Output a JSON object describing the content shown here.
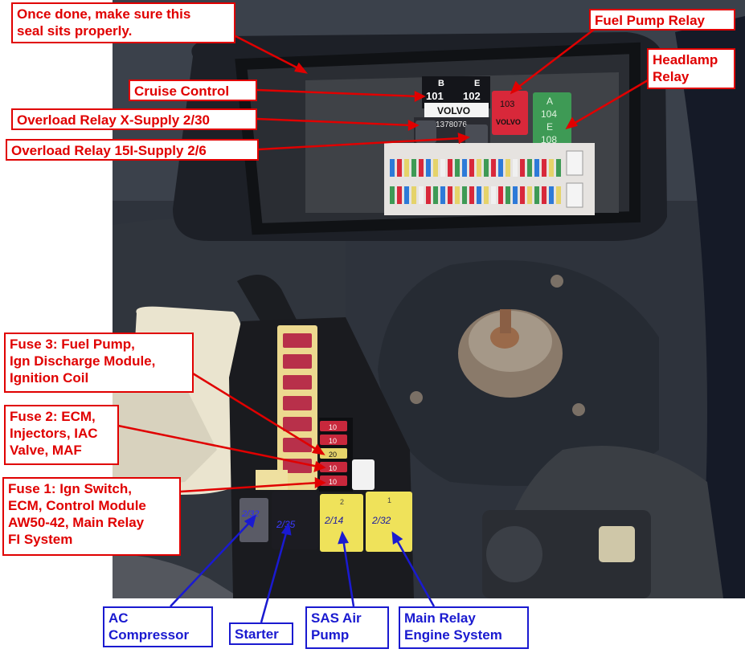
{
  "colors": {
    "label_red": "#e00000",
    "label_blue": "#1a1ad0",
    "relay_red": "#d8283a",
    "relay_green": "#3e9a55",
    "relay_yellow": "#efe25a",
    "relay_black": "#1c1c22"
  },
  "labels": {
    "seal_note": "Once done, make sure this\nseal sits properly.",
    "fuel_pump_relay": "Fuel Pump Relay",
    "headlamp_relay": "Headlamp\nRelay",
    "cruise_control": "Cruise Control",
    "overload_x": "Overload Relay X-Supply 2/30",
    "overload_15i": "Overload Relay 15I-Supply 2/6",
    "fuse3": "Fuse 3: Fuel Pump,\nIgn Discharge Module,\nIgnition Coil",
    "fuse2": "Fuse 2: ECM,\nInjectors, IAC\nValve, MAF",
    "fuse1": "Fuse 1: Ign Switch,\nECM, Control Module\nAW50-42, Main Relay\nFI System",
    "ac_compressor": "AC\nCompressor",
    "starter": "Starter",
    "sas_air_pump": "SAS  Air\nPump",
    "main_relay": "Main Relay\nEngine System"
  },
  "photo_text": {
    "relay_101_top": "B",
    "relay_101": "101",
    "relay_102_top": "E",
    "relay_102": "102",
    "volvo_badge": "VOLVO",
    "part_number": "1378076",
    "relay_103": "103",
    "relay_103_brand": "VOLVO",
    "relay_104_a": "A",
    "relay_104": "104",
    "relay_104_e": "E",
    "relay_108": "108",
    "fuse_10_a": "10",
    "fuse_10_b": "10",
    "fuse_20": "20",
    "fuse_10_c": "10",
    "fuse_10_d": "10",
    "relay_2_32_left": "2/32",
    "relay_2_35": "2/35",
    "relay_2_14": "2/14",
    "relay_2_32_right": "2/32",
    "slot_2": "2",
    "slot_1": "1"
  }
}
